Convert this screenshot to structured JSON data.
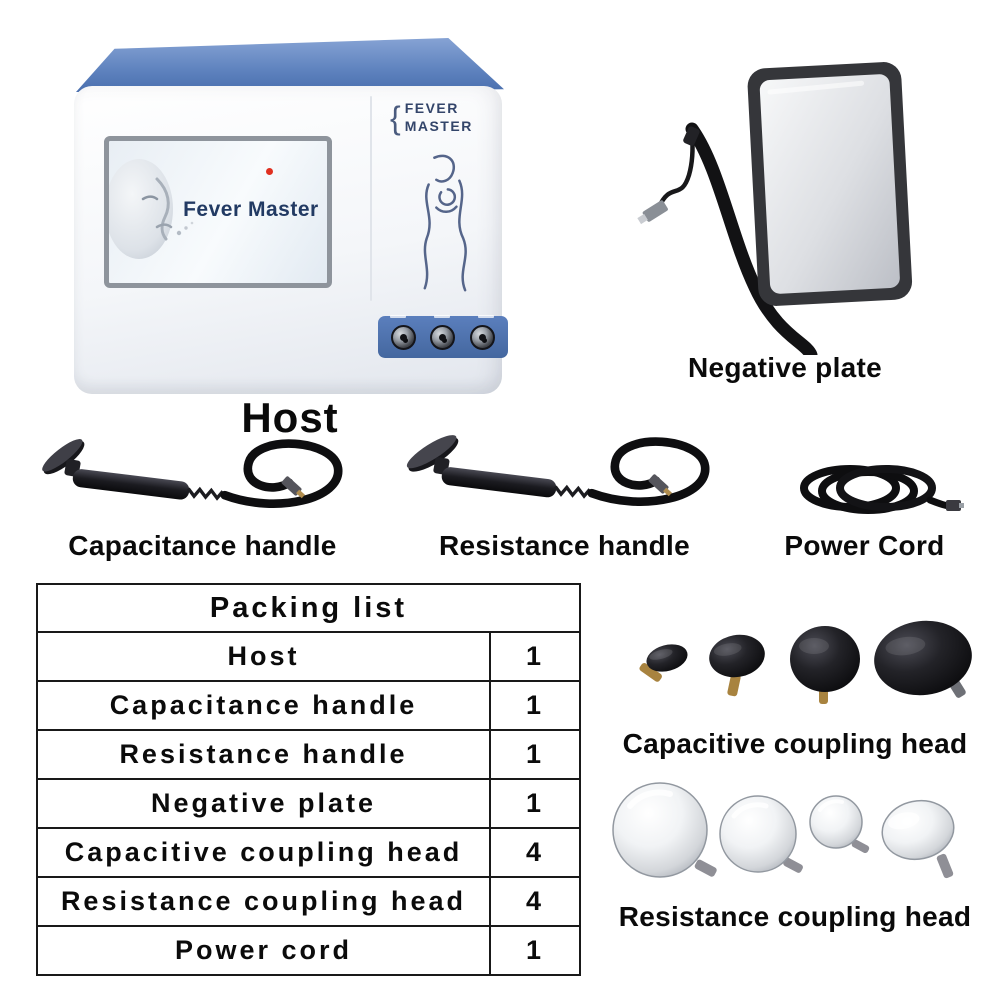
{
  "host": {
    "label": "Host",
    "brand_line1": "FEVER",
    "brand_line2": "MASTER",
    "screen_text": "Fever Master"
  },
  "negative_plate": {
    "label": "Negative plate"
  },
  "handles": {
    "capacitance_label": "Capacitance handle",
    "resistance_label": "Resistance handle",
    "power_cord_label": "Power Cord"
  },
  "packing_list": {
    "title": "Packing list",
    "rows": [
      {
        "item": "Host",
        "qty": "1"
      },
      {
        "item": "Capacitance handle",
        "qty": "1"
      },
      {
        "item": "Resistance handle",
        "qty": "1"
      },
      {
        "item": "Negative plate",
        "qty": "1"
      },
      {
        "item": "Capacitive coupling head",
        "qty": "4"
      },
      {
        "item": "Resistance coupling head",
        "qty": "4"
      },
      {
        "item": "Power cord",
        "qty": "1"
      }
    ]
  },
  "coupling_heads": {
    "capacitive_label": "Capacitive coupling head",
    "resistance_label": "Resistance coupling head"
  },
  "colors": {
    "machine_blue": "#4e73b4",
    "screen_navy": "#223a63",
    "plate_gray": "#d7d9dd",
    "head_black": "#16161a",
    "head_silver": "#d3d6da",
    "text_black": "#0c0c0c",
    "red_indicator": "#e03020"
  }
}
